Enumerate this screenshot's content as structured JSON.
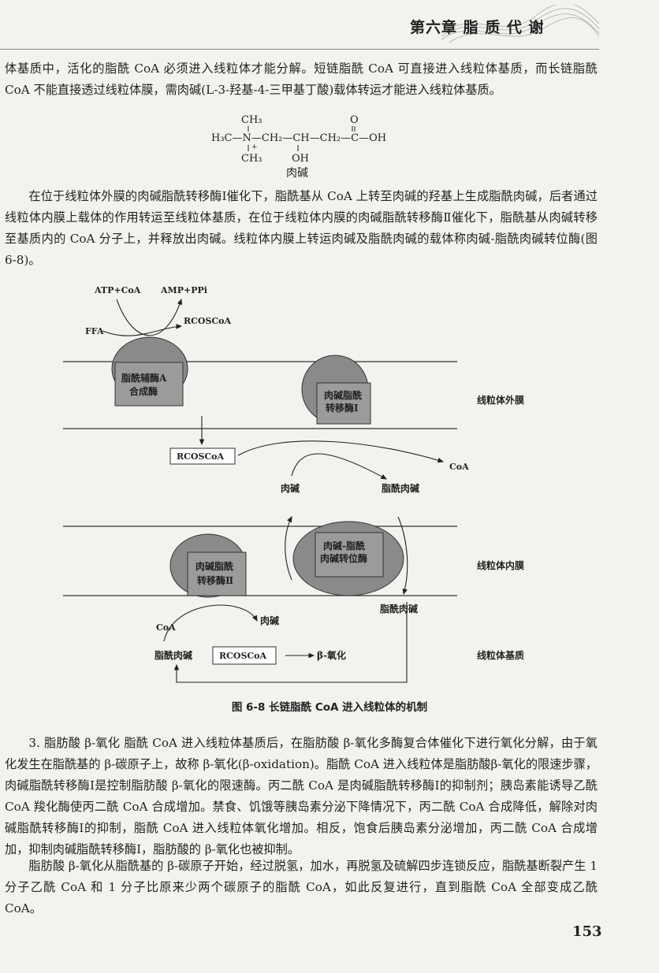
{
  "header": {
    "chapter": "第六章  脂 质 代 谢"
  },
  "intro_paragraph": "体基质中，活化的脂酰 CoA 必须进入线粒体才能分解。短链脂酰 CoA 可直接进入线粒体基质，而长链脂酰 CoA 不能直接透过线粒体膜，需肉碱(L-3-羟基-4-三甲基丁酸)载体转运才能进入线粒体基质。",
  "formula": {
    "ch3_top": "CH₃",
    "oxygen": "O",
    "main_chain": "H₃C—N—CH₂—CH—CH₂—C—OH",
    "plus": "+",
    "ch3_bottom": "CH₃",
    "oh": "OH",
    "name": "肉碱"
  },
  "transfer_paragraph": "在位于线粒体外膜的肉碱脂酰转移酶Ⅰ催化下，脂酰基从 CoA 上转至肉碱的羟基上生成脂酰肉碱，后者通过线粒体内膜上载体的作用转运至线粒体基质，在位于线粒体内膜的肉碱脂酰转移酶Ⅱ催化下，脂酰基从肉碱转移至基质内的 CoA 分子上，并释放出肉碱。线粒体内膜上转运肉碱及脂酰肉碱的载体称肉碱-脂酰肉碱转位酶(图 6-8)。",
  "figure": {
    "atp_coa": "ATP+CoA",
    "amp_ppi": "AMP+PPi",
    "ffa": "FFA",
    "rcoscoa": "RCOSCoA",
    "synthase_line1": "脂酰辅酶A",
    "synthase_line2": "合成酶",
    "cat1_line1": "肉碱脂酰",
    "cat1_line2": "转移酶Ⅰ",
    "outer_membrane": "线粒体外膜",
    "coa": "CoA",
    "carnitine": "肉碱",
    "acylcarnitine": "脂酰肉碱",
    "translocase_line1": "肉碱-脂酰",
    "translocase_line2": "肉碱转位酶",
    "cat2_line1": "肉碱脂酰",
    "cat2_line2": "转移酶Ⅱ",
    "inner_membrane": "线粒体内膜",
    "beta_oxidation": "β-氧化",
    "matrix": "线粒体基质",
    "caption": "图 6-8   长链脂酰 CoA 进入线粒体的机制"
  },
  "section3_paragraph": "3. 脂肪酸 β-氧化   脂酰 CoA 进入线粒体基质后，在脂肪酸 β-氧化多酶复合体催化下进行氧化分解，由于氧化发生在脂酰基的 β-碳原子上，故称 β-氧化(β-oxidation)。脂酰 CoA 进入线粒体是脂肪酸β-氧化的限速步骤，肉碱脂酰转移酶Ⅰ是控制脂肪酸 β-氧化的限速酶。丙二酰 CoA 是肉碱脂酰转移酶Ⅰ的抑制剂；胰岛素能诱导乙酰 CoA 羧化酶使丙二酰 CoA 合成增加。禁食、饥饿等胰岛素分泌下降情况下，丙二酰 CoA 合成降低，解除对肉碱脂酰转移酶Ⅰ的抑制，脂酰 CoA 进入线粒体氧化增加。相反，饱食后胰岛素分泌增加，丙二酰 CoA 合成增加，抑制肉碱脂酰转移酶Ⅰ，脂肪酸的 β-氧化也被抑制。",
  "final_paragraph": "脂肪酸 β-氧化从脂酰基的 β-碳原子开始，经过脱氢，加水，再脱氢及硫解四步连锁反应，脂酰基断裂产生 1 分子乙酰 CoA 和 1 分子比原来少两个碳原子的脂酰 CoA，如此反复进行，直到脂酰 CoA 全部变成乙酰 CoA。",
  "page_number": "153"
}
